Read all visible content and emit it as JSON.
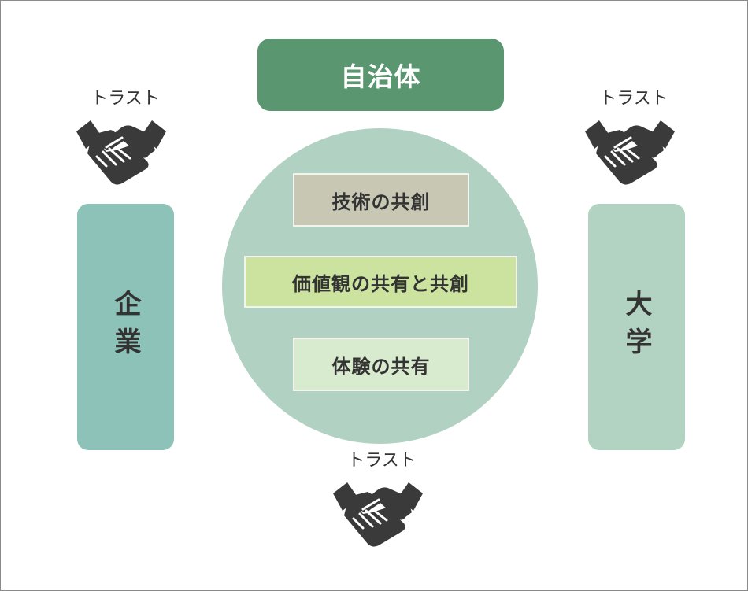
{
  "nodes": {
    "government": "自治体",
    "company": "企業",
    "university": "大学"
  },
  "hub": {
    "items": [
      "技術の共創",
      "価値観の共有と共創",
      "体験の共有"
    ]
  },
  "trust": {
    "left": "トラスト",
    "right": "トラスト",
    "bottom": "トラスト"
  },
  "colors": {
    "government": "#5a9670",
    "hub_circle": "#b1d2c2",
    "company": "#8cc2b7",
    "university": "#b3d3c2",
    "tech": "#c8c7b3",
    "values": "#cce3a0",
    "experience": "#d9ebce",
    "icon": "#3a3a3a"
  },
  "icons": {
    "trust": "handshake-icon"
  }
}
